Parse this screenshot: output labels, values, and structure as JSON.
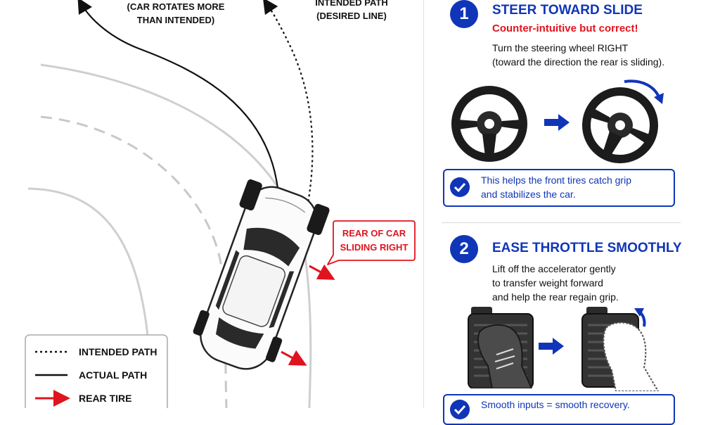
{
  "labels": {
    "actual_path_label_line1": "(CAR ROTATES MORE",
    "actual_path_label_line2": "THAN INTENDED)",
    "intended_path_label_line1": "INTENDED PATH",
    "intended_path_label_line2": "(DESIRED LINE)",
    "rear_callout_line1": "REAR OF CAR",
    "rear_callout_line2": "SLIDING RIGHT"
  },
  "legend": {
    "items": [
      {
        "label": "INTENDED PATH",
        "style": "dotted"
      },
      {
        "label": "ACTUAL PATH",
        "style": "solid"
      },
      {
        "label": "REAR TIRE",
        "style": "red-arrow"
      }
    ]
  },
  "steps": [
    {
      "number": "1",
      "title": "STEER TOWARD SLIDE",
      "subtitle": "Counter-intuitive but correct!",
      "body_line1": "Turn the steering wheel RIGHT",
      "body_line2": "(toward the direction the rear is sliding).",
      "note_line1": "This helps the front tires catch grip",
      "note_line2": "and stabilizes the car."
    },
    {
      "number": "2",
      "title": "EASE THROTTLE SMOOTHLY",
      "body_line1": "Lift off the accelerator gently",
      "body_line2": "to transfer weight forward",
      "body_line3": "and help the rear regain grip.",
      "note_line1": "Smooth inputs = smooth recovery."
    }
  ],
  "colors": {
    "accent_blue": "#1035b8",
    "warning_red": "#e0141e",
    "road_gray": "#c8c8c8"
  },
  "icons": [
    "steering-wheel-icon",
    "steering-wheel-rotated-icon",
    "right-arrow-icon",
    "check-icon",
    "accelerator-pedal-icon",
    "foot-icon",
    "up-arrow-icon"
  ]
}
